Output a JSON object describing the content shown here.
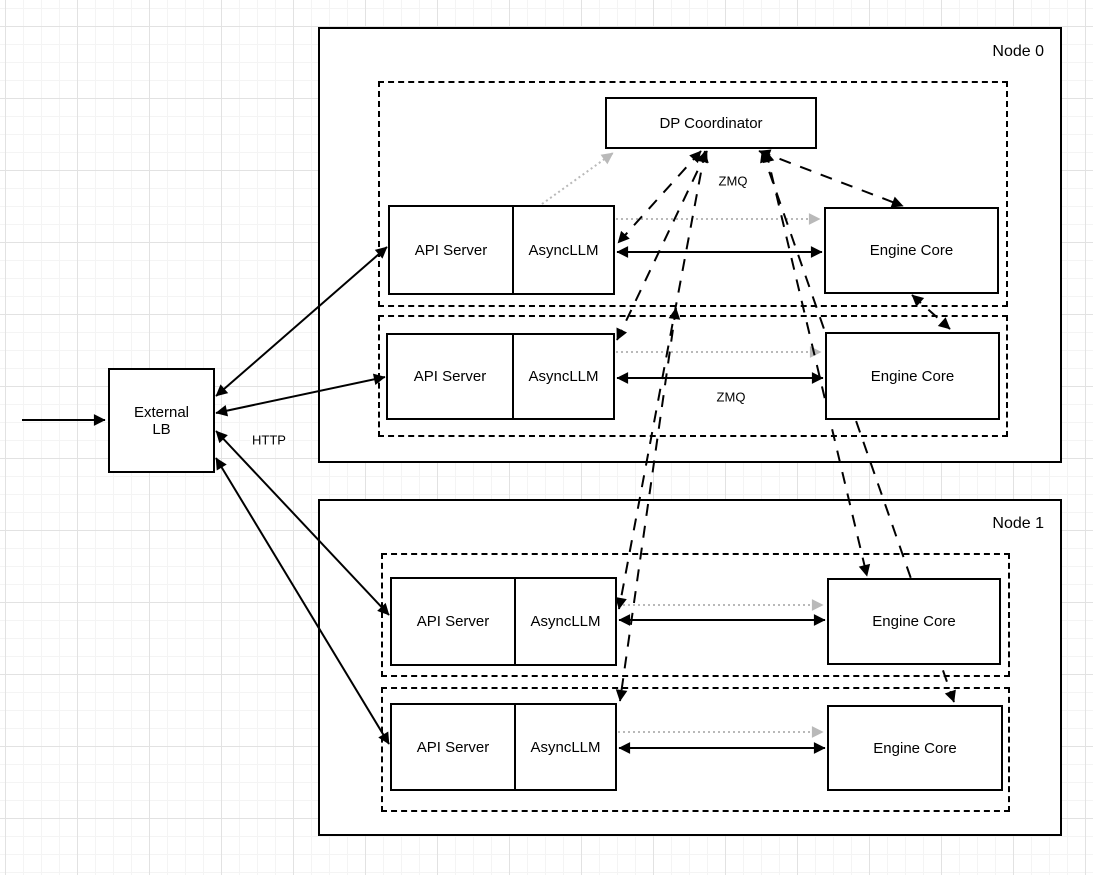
{
  "diagram": {
    "external_lb": {
      "label": "External LB"
    },
    "coordinator": {
      "label": "DP Coordinator"
    },
    "edge_labels": {
      "http": "HTTP",
      "zmq_coordinator": "ZMQ",
      "zmq_row2": "ZMQ"
    },
    "nodes": [
      {
        "label": "Node 0",
        "rows": [
          {
            "api": "API Server",
            "llm": "AsyncLLM",
            "engine": "Engine Core"
          },
          {
            "api": "API Server",
            "llm": "AsyncLLM",
            "engine": "Engine Core"
          }
        ]
      },
      {
        "label": "Node 1",
        "rows": [
          {
            "api": "API Server",
            "llm": "AsyncLLM",
            "engine": "Engine Core"
          },
          {
            "api": "API Server",
            "llm": "AsyncLLM",
            "engine": "Engine Core"
          }
        ]
      }
    ],
    "colors": {
      "line": "#000000",
      "dotted_gray": "#b9b9b9",
      "background": "#ffffff",
      "grid_minor": "#f4f4f4",
      "grid_major": "#e2e2e2"
    }
  }
}
